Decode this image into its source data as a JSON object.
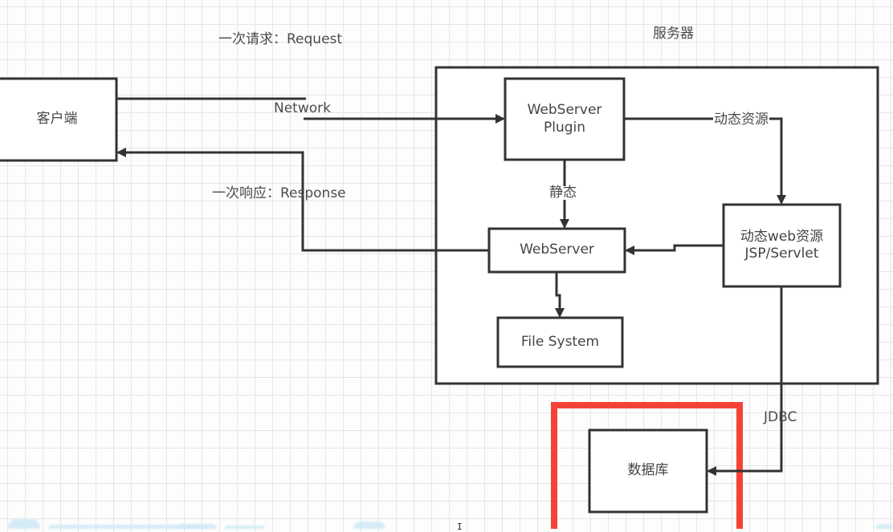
{
  "diagram": {
    "title": "服务器",
    "colors": {
      "stroke": "#333333",
      "highlight": "#f44336",
      "text": "#444444",
      "grid": "#e6e6e6",
      "background": "#fdfdfd"
    },
    "nodes": {
      "client": {
        "label": "客户端"
      },
      "server_container": {
        "label": "服务器"
      },
      "webserver_plugin": {
        "line1": "WebServer",
        "line2": "Plugin"
      },
      "webserver": {
        "label": "WebServer"
      },
      "file_system": {
        "label": "File System"
      },
      "dynamic_resource": {
        "line1": "动态web资源",
        "line2": "JSP/Servlet"
      },
      "database": {
        "label": "数据库",
        "highlighted": true
      }
    },
    "edges": {
      "request": {
        "label": "一次请求：Request",
        "from": "client",
        "to": "webserver_plugin"
      },
      "network": {
        "label": "Network"
      },
      "response": {
        "label": "一次响应：Response",
        "from": "webserver",
        "to": "client"
      },
      "static": {
        "label": "静态",
        "from": "webserver_plugin",
        "to": "webserver"
      },
      "dynamic": {
        "label": "动态资源",
        "from": "webserver_plugin",
        "to": "dynamic_resource"
      },
      "dynamic_to_webserver": {
        "label": "",
        "from": "dynamic_resource",
        "to": "webserver"
      },
      "webserver_to_fs": {
        "label": "",
        "from": "webserver",
        "to": "file_system"
      },
      "jdbc": {
        "label": "JDBC",
        "from": "dynamic_resource",
        "to": "database"
      }
    }
  }
}
